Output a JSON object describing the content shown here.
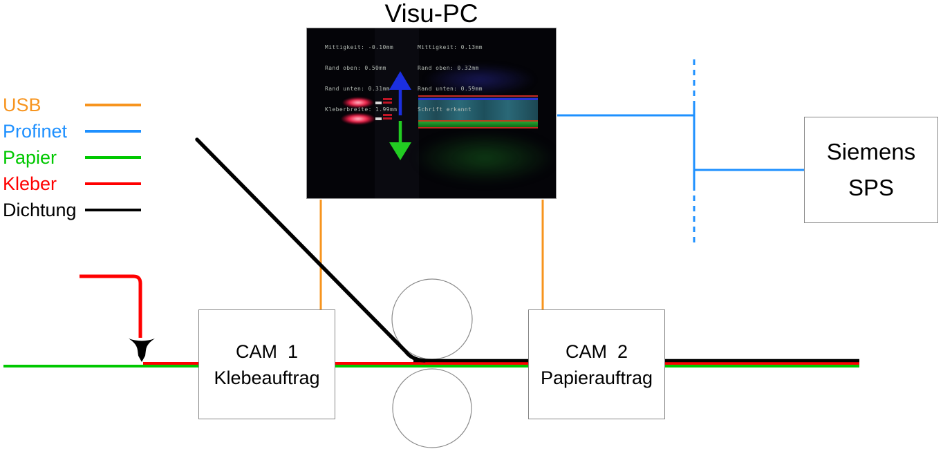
{
  "title": "Visu-PC",
  "colors": {
    "usb": "#F7941E",
    "profinet": "#1E90FF",
    "papier": "#00C800",
    "kleber": "#FF0000",
    "dichtung": "#000000",
    "roller": "#8A8A8A",
    "cam_arrow_blue": "#1B2FE0",
    "cam_arrow_green": "#22CC22"
  },
  "legend": {
    "items": [
      {
        "label": "USB",
        "color": "#F7941E"
      },
      {
        "label": "Profinet",
        "color": "#1E90FF"
      },
      {
        "label": "Papier",
        "color": "#00C800"
      },
      {
        "label": "Kleber",
        "color": "#FF0000"
      },
      {
        "label": "Dichtung",
        "color": "#000000"
      }
    ]
  },
  "camera_view": {
    "left_readout": [
      "Mittigkeit: -0.10mm",
      "Rand oben: 0.50mm",
      "Rand unten: 0.31mm",
      "Kleberbreite: 1.99mm"
    ],
    "right_readout": [
      "Mittigkeit: 0.13mm",
      "Rand oben: 0.32mm",
      "Rand unten: 0.59mm",
      "Schrift erkannt"
    ]
  },
  "nodes": {
    "cam1": {
      "line1": "CAM  1",
      "line2": "Klebeauftrag"
    },
    "cam2": {
      "line1": "CAM  2",
      "line2": "Papierauftrag"
    },
    "sps": {
      "line1": "Siemens",
      "line2": "SPS"
    }
  }
}
